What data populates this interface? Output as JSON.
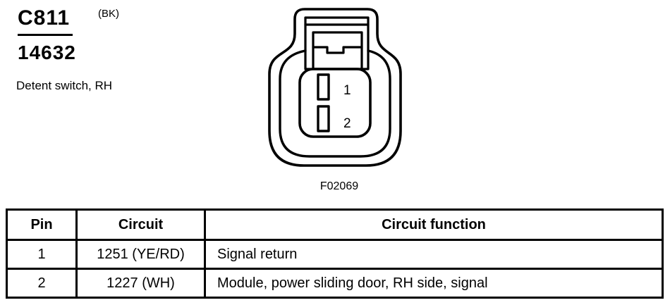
{
  "header": {
    "connector_id": "C811",
    "color_code": "(BK)",
    "part_number": "14632",
    "description": "Detent switch, RH"
  },
  "diagram": {
    "figure_id": "F02069",
    "pins": [
      {
        "number": "1"
      },
      {
        "number": "2"
      }
    ]
  },
  "table": {
    "columns": [
      "Pin",
      "Circuit",
      "Circuit function"
    ],
    "rows": [
      {
        "pin": "1",
        "circuit": "1251 (YE/RD)",
        "function": "Signal return"
      },
      {
        "pin": "2",
        "circuit": "1227 (WH)",
        "function": "Module, power sliding door, RH side, signal"
      }
    ]
  },
  "colors": {
    "ink": "#000000",
    "background": "#ffffff"
  }
}
